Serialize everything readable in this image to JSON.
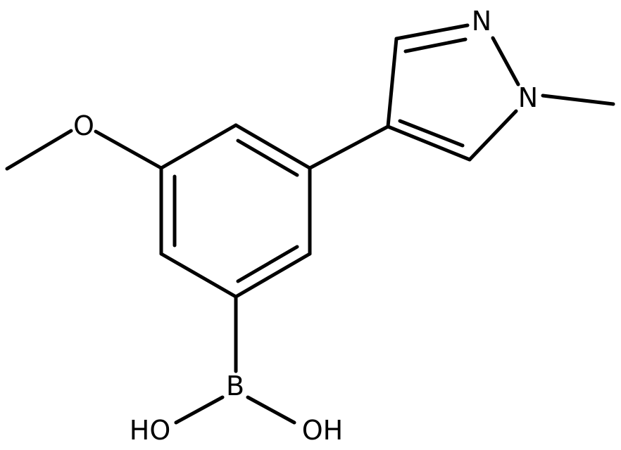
{
  "structure": {
    "atoms": {
      "methoxy_o": "O",
      "pyrazole_n2": "N",
      "pyrazole_n1": "N",
      "boron": "B",
      "hydroxyl_left": "HO",
      "hydroxyl_right": "OH"
    }
  }
}
